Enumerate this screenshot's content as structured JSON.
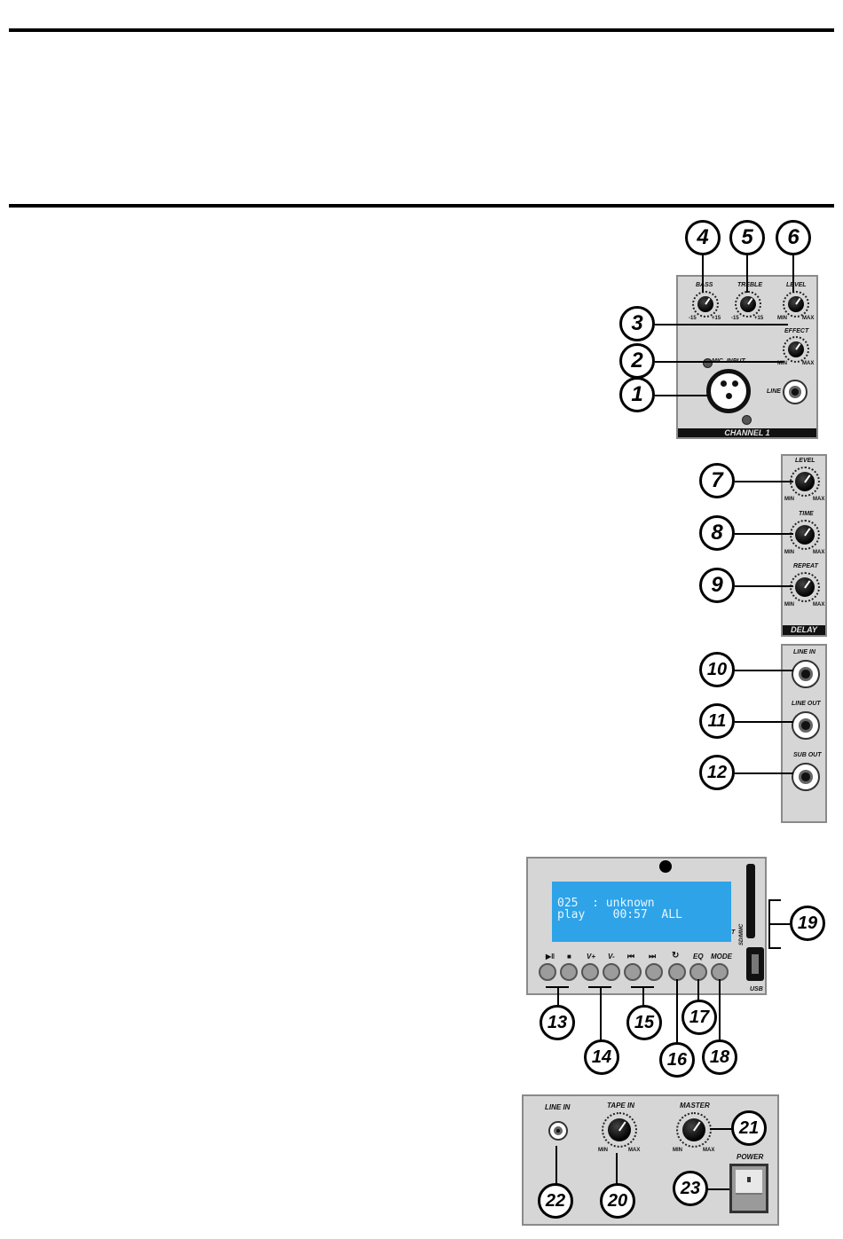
{
  "callouts": {
    "c1": "1",
    "c2": "2",
    "c3": "3",
    "c4": "4",
    "c5": "5",
    "c6": "6",
    "c7": "7",
    "c8": "8",
    "c9": "9",
    "c10": "10",
    "c11": "11",
    "c12": "12",
    "c13": "13",
    "c14": "14",
    "c15": "15",
    "c16": "16",
    "c17": "17",
    "c18": "18",
    "c19": "19",
    "c20": "20",
    "c21": "21",
    "c22": "22",
    "c23": "23"
  },
  "channel": {
    "bass": "BASS",
    "treble": "TREBLE",
    "level": "LEVEL",
    "effect": "EFFECT",
    "mic_input": "MIC. INPUT",
    "line": "LINE",
    "footer": "CHANNEL 1",
    "minus15": "-15",
    "plus15": "+15",
    "min": "MIN",
    "max": "MAX"
  },
  "delay": {
    "level": "LEVEL",
    "time": "TIME",
    "repeat": "REPEAT",
    "footer": "DELAY",
    "min": "MIN",
    "max": "MAX"
  },
  "io": {
    "line_in": "LINE IN",
    "line_out": "LINE OUT",
    "sub_out": "SUB OUT"
  },
  "player": {
    "lcd_line1": "025  : unknown",
    "lcd_line2": "play    00:57  ALL",
    "bt": "BT",
    "sd": "SD/MMC",
    "usb": "USB",
    "play_pause": "▶‖",
    "stop": "■",
    "vol_up": "V+",
    "vol_down": "V-",
    "prev": "⏮",
    "next": "⏭",
    "repeat": "↻",
    "eq": "EQ",
    "mode": "MODE"
  },
  "master": {
    "line_in": "LINE IN",
    "tape_in": "TAPE IN",
    "master": "MASTER",
    "power": "POWER",
    "min": "MIN",
    "max": "MAX"
  }
}
